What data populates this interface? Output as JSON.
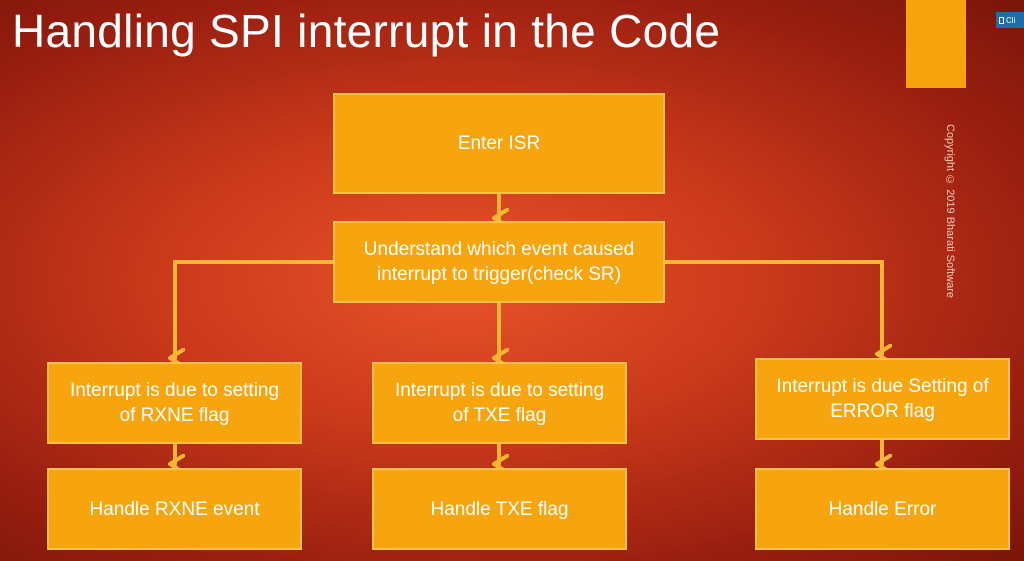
{
  "slide": {
    "title": "Handling SPI interrupt in the Code",
    "copyright": "Copyright © 2019 Bharati Software",
    "corner_badge": "Cli"
  },
  "flow": {
    "enter_isr": "Enter ISR",
    "check_sr": "Understand which event caused interrupt to trigger(check SR)",
    "rxne_condition": "Interrupt is due to setting of RXNE flag",
    "txe_condition": "Interrupt is due to setting of TXE flag",
    "error_condition": "Interrupt is due Setting of ERROR flag",
    "rxne_handler": "Handle RXNE event",
    "txe_handler": "Handle TXE flag",
    "error_handler": "Handle Error"
  },
  "colors": {
    "box_fill": "#f6a50f",
    "arrow": "#f7b733",
    "background": "#d8421f"
  }
}
